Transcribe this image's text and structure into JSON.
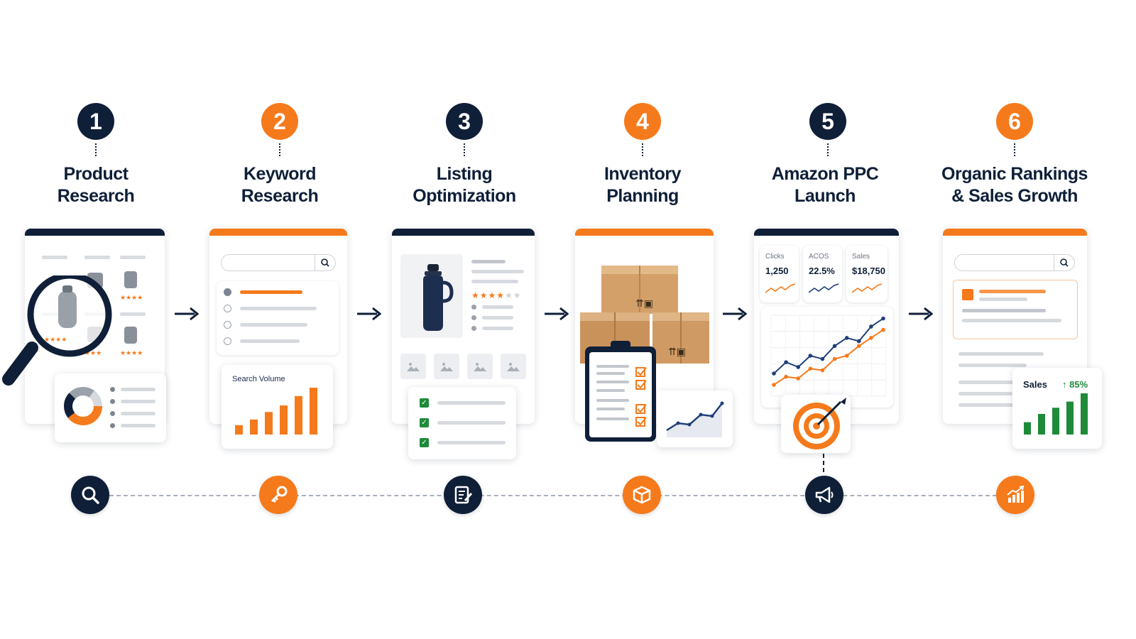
{
  "steps": [
    {
      "number": "1",
      "title_line1": "Product",
      "title_line2": "Research",
      "color": "#0f1f38",
      "icon": "magnifier-icon"
    },
    {
      "number": "2",
      "title_line1": "Keyword",
      "title_line2": "Research",
      "color": "#f57a1c",
      "icon": "key-icon"
    },
    {
      "number": "3",
      "title_line1": "Listing",
      "title_line2": "Optimization",
      "color": "#0f1f38",
      "icon": "document-edit-icon"
    },
    {
      "number": "4",
      "title_line1": "Inventory",
      "title_line2": "Planning",
      "color": "#f57a1c",
      "icon": "box-icon"
    },
    {
      "number": "5",
      "title_line1": "Amazon PPC",
      "title_line2": "Launch",
      "color": "#0f1f38",
      "icon": "megaphone-icon"
    },
    {
      "number": "6",
      "title_line1": "Organic Rankings",
      "title_line2": "& Sales Growth",
      "color": "#f57a1c",
      "icon": "growth-chart-icon"
    }
  ],
  "keyword_card": {
    "label": "Search Volume",
    "bars": [
      0.2,
      0.32,
      0.48,
      0.62,
      0.82,
      1.0
    ]
  },
  "ppc_card": {
    "metrics": [
      {
        "label": "Clicks",
        "value": "1,250"
      },
      {
        "label": "ACOS",
        "value": "22.5%"
      },
      {
        "label": "Sales",
        "value": "$18,750"
      }
    ],
    "series_navy": [
      0.28,
      0.42,
      0.36,
      0.5,
      0.46,
      0.62,
      0.72,
      0.68,
      0.86,
      0.96
    ],
    "series_orange": [
      0.14,
      0.24,
      0.22,
      0.34,
      0.32,
      0.46,
      0.5,
      0.62,
      0.72,
      0.82
    ]
  },
  "growth_card": {
    "label": "Sales",
    "change": "↑ 85%",
    "bars": [
      0.3,
      0.5,
      0.65,
      0.8,
      1.0
    ]
  },
  "colors": {
    "navy": "#0f1f38",
    "orange": "#f57a1c",
    "green": "#1e8a3a"
  }
}
